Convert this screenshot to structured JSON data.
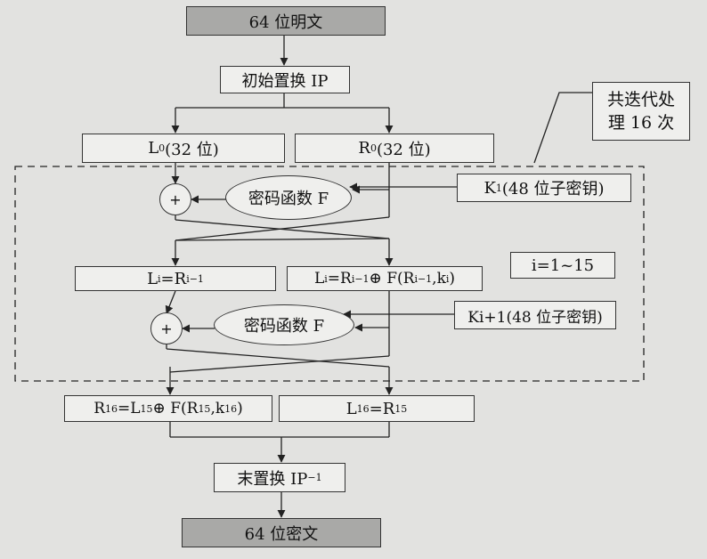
{
  "nodes": {
    "plaintext": "64 位明文",
    "initial_perm": "初始置换 IP",
    "l0": {
      "base": "L",
      "sub": "0",
      "rest": "(32 位)"
    },
    "r0": {
      "base": "R",
      "sub": "0",
      "rest": "(32 位)"
    },
    "func_f_1": "密码函数 F",
    "k1": {
      "base": "K",
      "sub": "1",
      "rest": "(48 位子密钥)"
    },
    "li_left": {
      "base1": "L",
      "sub1": "i",
      "mid": "=R",
      "sub2": "i−1"
    },
    "li_right": {
      "base1": "L",
      "sub1": "i",
      "mid": "=R",
      "sub2": "i−1",
      "op": " ⊕ F(R",
      "sub3": "i−1",
      "sep": ",k",
      "sub4": "i",
      "end": ")"
    },
    "i_range": "i=1~15",
    "func_f_2": "密码函数 F",
    "ki1": "Ki+1(48 位子密钥)",
    "r16": {
      "base1": "R",
      "sub1": "16",
      "mid": "=L",
      "sub2": "15",
      "op": " ⊕ F(R",
      "sub3": "15",
      "sep": ",k",
      "sub4": "16",
      "end": ")"
    },
    "l16": {
      "base1": "L",
      "sub1": "16",
      "mid": "=R",
      "sub2": "15"
    },
    "final_perm": {
      "text": "末置换 IP",
      "sup": "−1"
    },
    "ciphertext": "64 位密文",
    "xor_symbol": "+",
    "rounds_note_line1": "共迭代处",
    "rounds_note_line2": "理 16 次"
  }
}
